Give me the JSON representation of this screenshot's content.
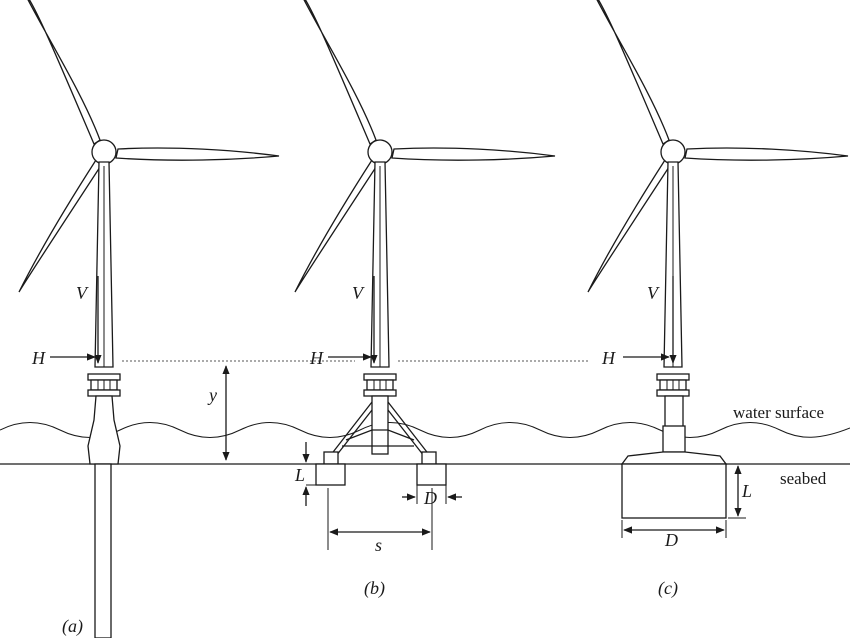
{
  "labels": {
    "vertical_load": "V",
    "horizontal_load": "H",
    "height": "y",
    "water_surface": "water surface",
    "seabed": "seabed",
    "bucket_length": "L",
    "bucket_diameter": "D",
    "spacing": "s"
  },
  "panels": [
    {
      "id": "a",
      "label": "(a)"
    },
    {
      "id": "b",
      "label": "(b)"
    },
    {
      "id": "c",
      "label": "(c)"
    }
  ],
  "colors": {
    "line": "#1a1a1a",
    "background": "#ffffff"
  }
}
